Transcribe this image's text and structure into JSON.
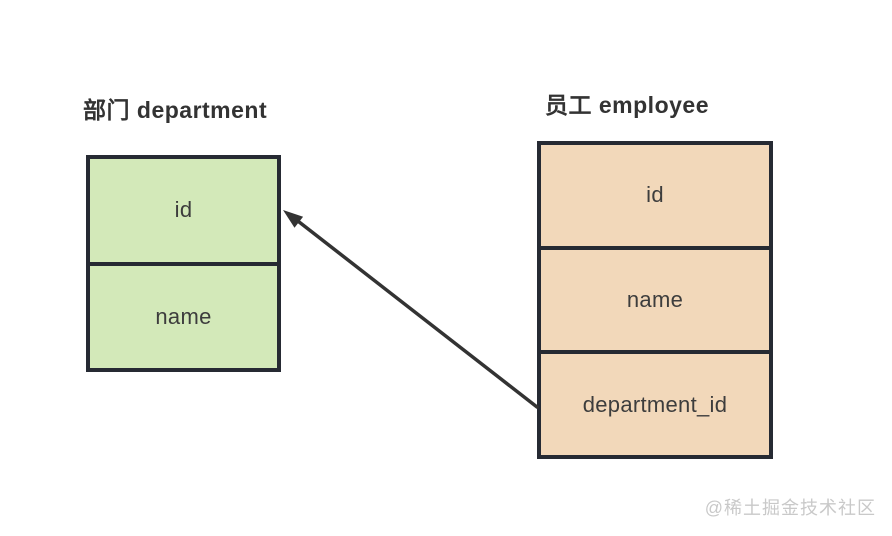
{
  "page": {
    "background": "#ffffff"
  },
  "diagram": {
    "department_table": {
      "title": "部门 department",
      "fill": "#d3e9b9",
      "rows": [
        "id",
        "name"
      ]
    },
    "employee_table": {
      "title": "员工 employee",
      "fill": "#f2d8ba",
      "rows": [
        "id",
        "name",
        "department_id"
      ]
    },
    "relation_arrow": {
      "from": "employee.department_id",
      "to": "department.id",
      "color": "#333333"
    },
    "border_color": "#262a33",
    "text_color": "#3d3d3d"
  },
  "watermark": {
    "text": "@稀土掘金技术社区",
    "color": "#c9c9c9"
  }
}
